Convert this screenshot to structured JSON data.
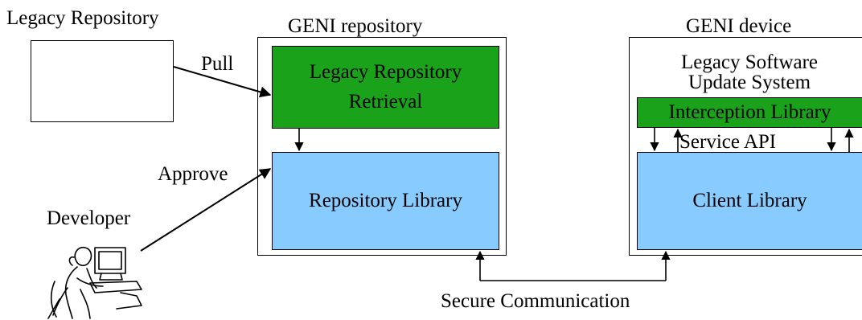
{
  "legacy_repository": {
    "title": "Legacy Repository"
  },
  "geni_repository": {
    "title": "GENI repository",
    "retrieval_line1": "Legacy Repository",
    "retrieval_line2": "Retrieval",
    "library": "Repository Library"
  },
  "geni_device": {
    "title": "GENI device",
    "update_line1": "Legacy Software",
    "update_line2": "Update System",
    "interception": "Interception Library",
    "service_api": "Service API",
    "client": "Client Library"
  },
  "labels": {
    "pull": "Pull",
    "approve": "Approve",
    "developer": "Developer",
    "secure": "Secure Communication"
  },
  "colors": {
    "green": "#1aa31a",
    "blue": "#88ccff"
  }
}
